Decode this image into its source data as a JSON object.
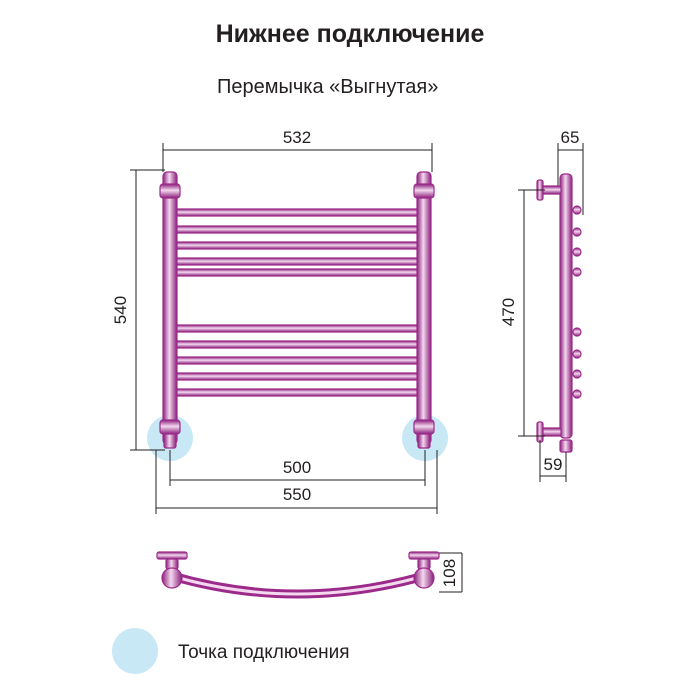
{
  "title": "Нижнее подключение",
  "subtitle": "Перемычка «Выгнутая»",
  "dimensions": {
    "width_top": "532",
    "height_left": "540",
    "axis_distance": "500",
    "overall_width": "550",
    "side_depth_top": "65",
    "side_height": "470",
    "side_depth_bottom": "59",
    "curve_depth": "108"
  },
  "legend": {
    "label": "Точка подключения"
  },
  "colors": {
    "tube": "#9c2a8a",
    "tube_light": "#e9c2e2",
    "connection": "#c8e8f6",
    "dim_line": "#231f20"
  }
}
